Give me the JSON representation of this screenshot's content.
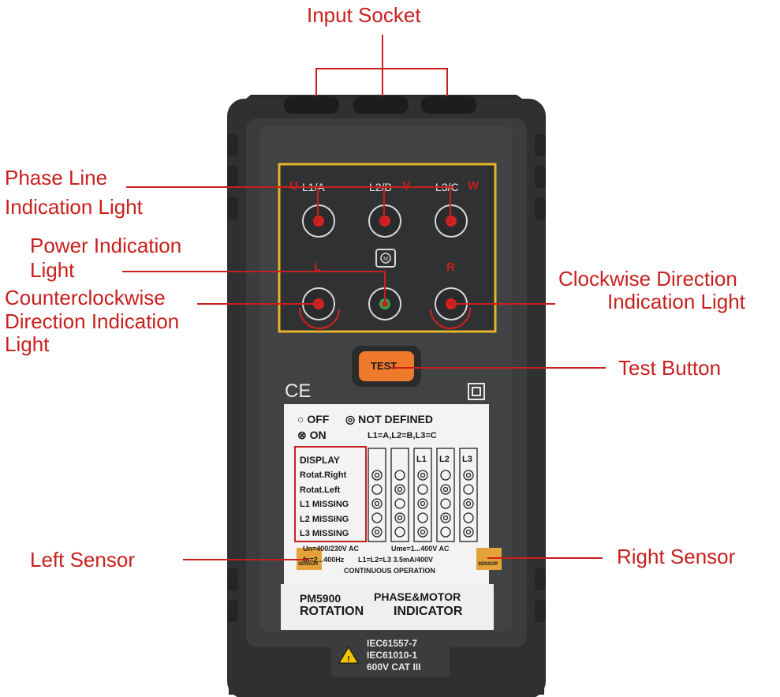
{
  "callouts": {
    "input_socket": "Input Socket",
    "phase_line_1": "Phase Line",
    "phase_line_2": "Indication Light",
    "power_1": "Power Indication",
    "power_2": "Light",
    "ccw_1": "Counterclockwise",
    "ccw_2": "Direction Indication",
    "ccw_3": "Light",
    "cw_1": "Clockwise Direction",
    "cw_2": "Indication Light",
    "test_button": "Test Button",
    "left_sensor": "Left Sensor",
    "right_sensor": "Right Sensor"
  },
  "device": {
    "phase_labels": {
      "l1": "L1/A",
      "l2": "L2/B",
      "l3": "L3/C",
      "u": "U",
      "v": "V",
      "w": "W"
    },
    "direction_labels": {
      "left": "L",
      "right": "R"
    },
    "motor_symbol": "M",
    "test_button": "TEST",
    "ce_mark": "CE",
    "legend": {
      "off": "OFF",
      "not_defined": "NOT DEFINED",
      "on": "ON",
      "mapping": "L1=A,L2=B,L3=C"
    },
    "table_rows": [
      "DISPLAY",
      "Rotat.Right",
      "Rotat.Left",
      "L1 MISSING",
      "L2 MISSING",
      "L3 MISSING"
    ],
    "table_cols": [
      "L1",
      "L2",
      "L3"
    ],
    "specs": {
      "line1a": "Un=400/230V AC",
      "line1b": "Ume=1...400V AC",
      "line2a": "fn=2...400Hz",
      "line2b": "L1=L2=L3 3.5mA/400V",
      "line3": "CONTINUOUS OPERATION"
    },
    "sensor_label": "SENSOR",
    "model": "PM5900",
    "product_line1": "PHASE&MOTOR",
    "product_line2a": "ROTATION",
    "product_line2b": "INDICATOR",
    "standards": [
      "IEC61557-7",
      "IEC61010-1",
      "600V CAT III"
    ]
  },
  "colors": {
    "callout_red": "#c8201e",
    "housing": "#303233",
    "faceplate": "#3b3d3e",
    "frame_yellow": "#e6b32a",
    "button_orange": "#f07a2c",
    "led_red": "#d42222",
    "led_green": "#2fa84a"
  }
}
